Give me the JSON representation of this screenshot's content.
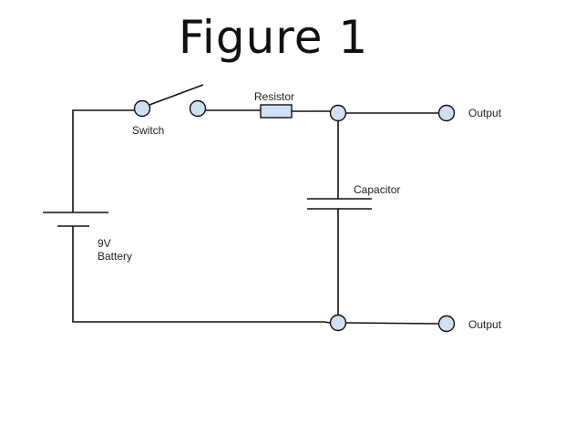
{
  "title": "Figure 1",
  "labels": {
    "switch": "Switch",
    "resistor": "Resistor",
    "capacitor": "Capacitor",
    "battery_line1": "9V",
    "battery_line2": "Battery",
    "output_top": "Output",
    "output_bottom": "Output"
  },
  "colors": {
    "wire": "#111111",
    "node_fill": "#cfe0f3",
    "resistor_fill": "#cfe0f3"
  }
}
